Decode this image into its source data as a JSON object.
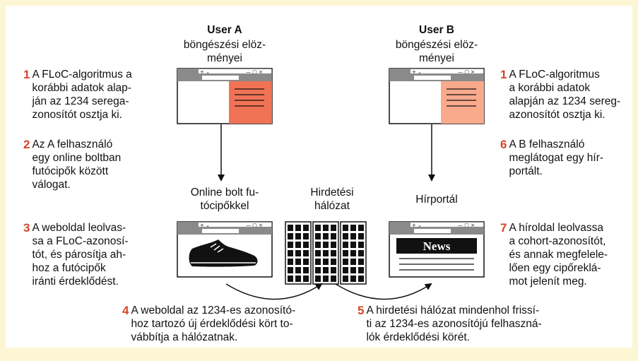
{
  "user_a": {
    "title": "User A",
    "subtitle": "böngészési elöz-\nményei"
  },
  "user_b": {
    "title": "User B",
    "subtitle": "böngészési elöz-\nményei"
  },
  "labels": {
    "shop": "Online bolt fu-\ntócipőkkel",
    "ad_network": "Hirdetési\nhálózat",
    "portal": "Hírportál",
    "news_logo": "News"
  },
  "steps_left": [
    {
      "num": "1",
      "text": "A FLoC-algoritmus a\nkorábbi adatok alap-\nján az 1234 serega-\nzonosítót osztja ki."
    },
    {
      "num": "2",
      "text": "Az A felhasználó\negy online boltban\nfutócipők között\nválogat."
    },
    {
      "num": "3",
      "text": "A weboldal leolvas-\nsa a FLoC-azonosí-\ntót, és párosítja ah-\nhoz a futócipők\niránti érdeklődést."
    }
  ],
  "steps_right": [
    {
      "num": "1",
      "text": "A FLoC-algoritmus\na korábbi adatok\nalapján az 1234 sereg-\nazonosítót osztja ki."
    },
    {
      "num": "6",
      "text": "A B felhasználó\nmeglátogat egy hír-\nportált."
    },
    {
      "num": "7",
      "text": "A híroldal leolvassa\na cohort-azonosítót,\nés annak megfelele-\nlően egy cipőreklá-\nmot jelenít meg."
    }
  ],
  "steps_bottom": [
    {
      "num": "4",
      "text": "A weboldal az 1234-es azonosító-\nhoz tartozó új érdeklődési kört to-\nvábbítja a hálózatnak."
    },
    {
      "num": "5",
      "text": "A hirdetési hálózat mindenhol frissí-\nti az 1234-es azonosítójú felhaszná-\nlók érdeklődési körét."
    }
  ],
  "window_controls": "+ ⌄",
  "colors": {
    "user_a_panel": "#f07355",
    "user_b_panel": "#f9a98c",
    "accent_number": "#d6452d",
    "background": "#fdf6d4"
  },
  "icons": [
    "browser-window-icon",
    "sneaker-icon",
    "ad-network-grid-icon",
    "news-page-icon",
    "arrow-icon"
  ]
}
